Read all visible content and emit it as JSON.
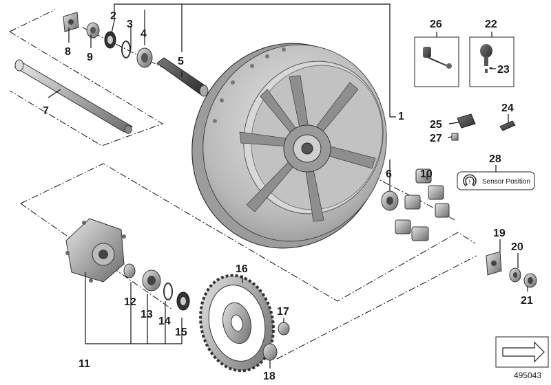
{
  "diagram": {
    "title": "Rear wheel parts diagram",
    "reference_number": "495043",
    "callouts": [
      {
        "id": "1",
        "label": "1"
      },
      {
        "id": "2",
        "label": "2"
      },
      {
        "id": "3",
        "label": "3"
      },
      {
        "id": "4",
        "label": "4"
      },
      {
        "id": "5",
        "label": "5"
      },
      {
        "id": "6",
        "label": "6"
      },
      {
        "id": "7",
        "label": "7"
      },
      {
        "id": "8",
        "label": "8"
      },
      {
        "id": "9",
        "label": "9"
      },
      {
        "id": "10",
        "label": "10"
      },
      {
        "id": "11",
        "label": "11"
      },
      {
        "id": "12",
        "label": "12"
      },
      {
        "id": "13",
        "label": "13"
      },
      {
        "id": "14",
        "label": "14"
      },
      {
        "id": "15",
        "label": "15"
      },
      {
        "id": "16",
        "label": "16"
      },
      {
        "id": "17",
        "label": "17"
      },
      {
        "id": "18",
        "label": "18"
      },
      {
        "id": "19",
        "label": "19"
      },
      {
        "id": "20",
        "label": "20"
      },
      {
        "id": "21",
        "label": "21"
      },
      {
        "id": "22",
        "label": "22"
      },
      {
        "id": "23",
        "label": "23"
      },
      {
        "id": "24",
        "label": "24"
      },
      {
        "id": "25",
        "label": "25"
      },
      {
        "id": "26",
        "label": "26"
      },
      {
        "id": "27",
        "label": "27"
      },
      {
        "id": "28",
        "label": "28"
      }
    ],
    "sensor_badge_text": "Sensor Position",
    "sensor_badge_icon": "tire-pressure-warning-icon"
  }
}
